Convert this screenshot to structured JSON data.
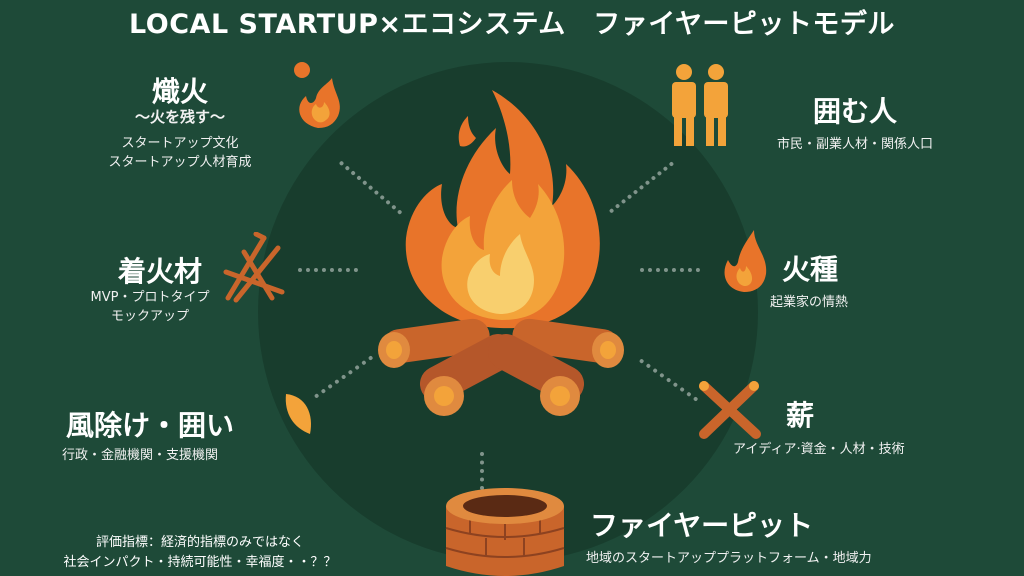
{
  "title": "LOCAL STARTUP×エコシステム　ファイヤーピットモデル",
  "sections": {
    "kindling_fire": {
      "heading": "熾火",
      "tagline": "〜火を残す〜",
      "desc": [
        "スタートアップ文化",
        "スタートアップ人材育成"
      ]
    },
    "kindling_material": {
      "heading": "着火材",
      "desc": [
        "MVP・プロトタイプ",
        "モックアップ"
      ]
    },
    "windbreak": {
      "heading": "風除け・囲い",
      "desc": [
        "行政・金融機関・支援機関"
      ]
    },
    "people": {
      "heading": "囲む人",
      "desc": [
        "市民・副業人材・関係人口"
      ]
    },
    "spark": {
      "heading": "火種",
      "desc": [
        "起業家の情熱"
      ]
    },
    "firewood": {
      "heading": "薪",
      "desc": [
        "アイディア·資金・人材・技術"
      ]
    },
    "firepit": {
      "heading": "ファイヤーピット",
      "desc": [
        "地域のスタートアップ​プラットフォーム・地域力"
      ]
    }
  },
  "note": [
    "評価指標：経済的指標のみではなく",
    "社会インパクト・持続可能性・幸福度・・？？"
  ],
  "colors": {
    "background": "#1e4a38",
    "circle": "#183d2d",
    "flame_outer": "#e8742a",
    "flame_mid": "#f3a33a",
    "flame_inner": "#f8cf6e",
    "log": "#c9652b"
  },
  "icons": [
    "ember-icon",
    "people-icon",
    "twigs-icon",
    "flame-icon",
    "leaf-icon",
    "crossed-logs-icon",
    "campfire-icon",
    "fire-pit-icon"
  ]
}
